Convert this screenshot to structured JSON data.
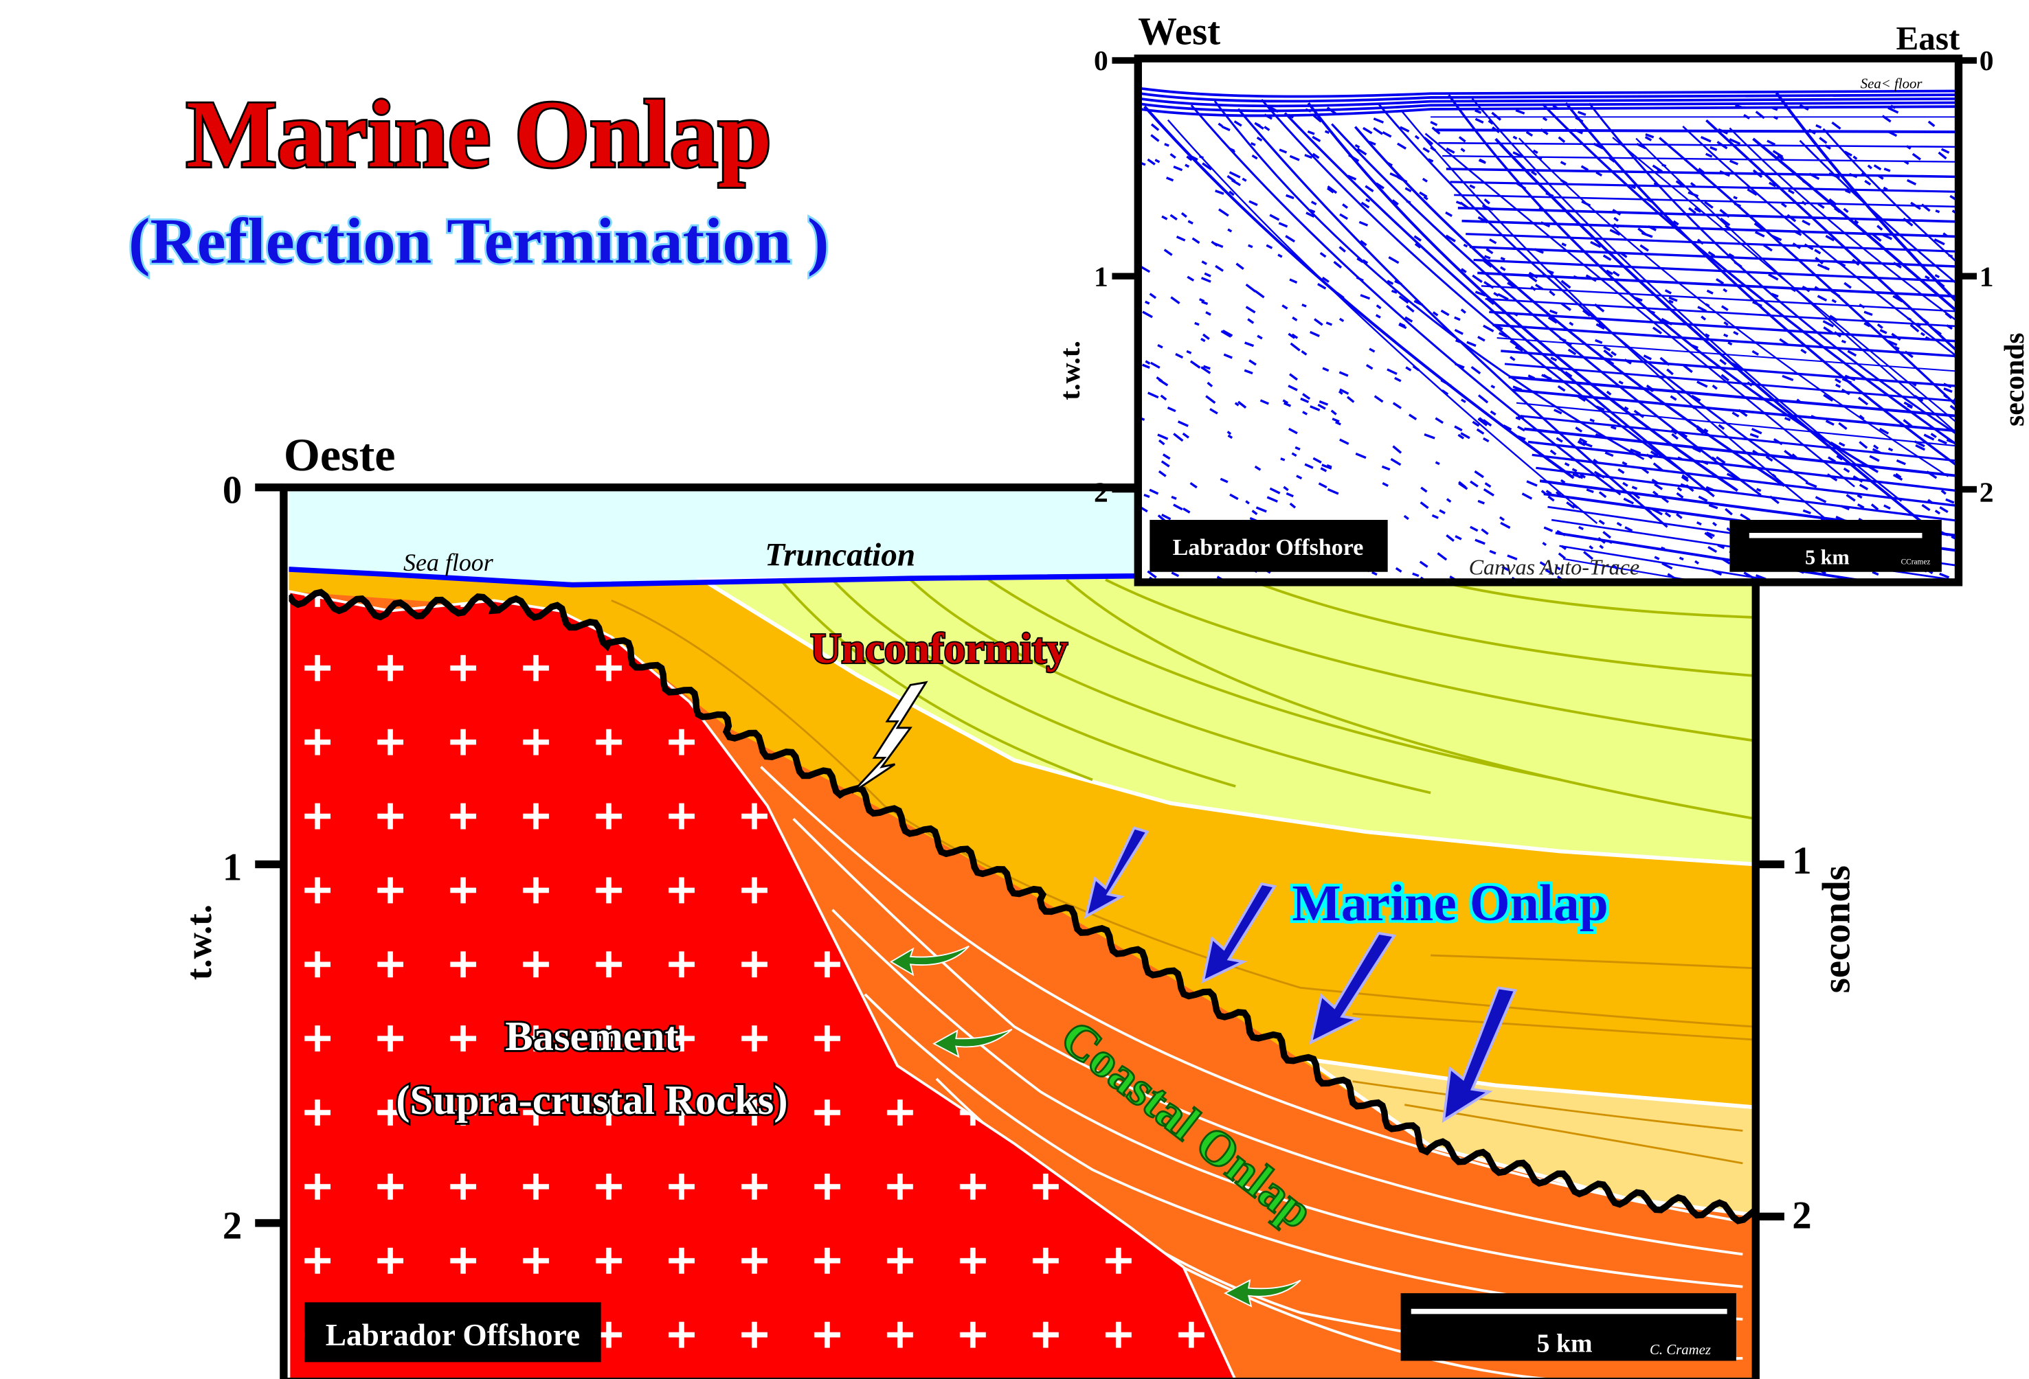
{
  "title": {
    "main": "Marine Onlap",
    "subtitle": "(Reflection Termination )"
  },
  "colors": {
    "title_fill": "#e00000",
    "subtitle_fill": "#1010e0",
    "sea": "#e0ffff",
    "basement": "#ff0000",
    "lower_seq": "#ff6f1a",
    "middle_seq": "#fbba00",
    "upper_seq": "#eeff88",
    "lens": "#ffe080",
    "seismic": "#0000ee"
  },
  "inset": {
    "west_label": "West",
    "east_label": "East",
    "axis_left_label": "t.w.t.",
    "axis_right_label": "seconds",
    "ticks_right": [
      "0",
      "1",
      "2"
    ],
    "ticks_left": [
      "0",
      "1",
      "2"
    ],
    "sea_floor_label": "Sea< floor",
    "location_label": "Labrador Offshore",
    "scale_label": "5 km",
    "credit": "CCramez",
    "watermark": "Canvas Auto-Trace"
  },
  "main": {
    "west_label": "Oeste",
    "axis_left_label": "t.w.t.",
    "axis_right_label": "seconds",
    "ticks_left": [
      "0",
      "1",
      "2"
    ],
    "ticks_right": [
      "1",
      "2"
    ],
    "sea_floor_label": "Sea floor",
    "truncation_label": "Truncation",
    "unconformity_label": "Unconformity",
    "marine_onlap_label": "Marine Onlap",
    "coastal_onlap_label": "Coastal Onlap",
    "basement_label": "Basement",
    "basement_sublabel": "(Supra-crustal Rocks)",
    "location_label": "Labrador Offshore",
    "scale_label": "5 km",
    "credit": "C. Cramez"
  }
}
